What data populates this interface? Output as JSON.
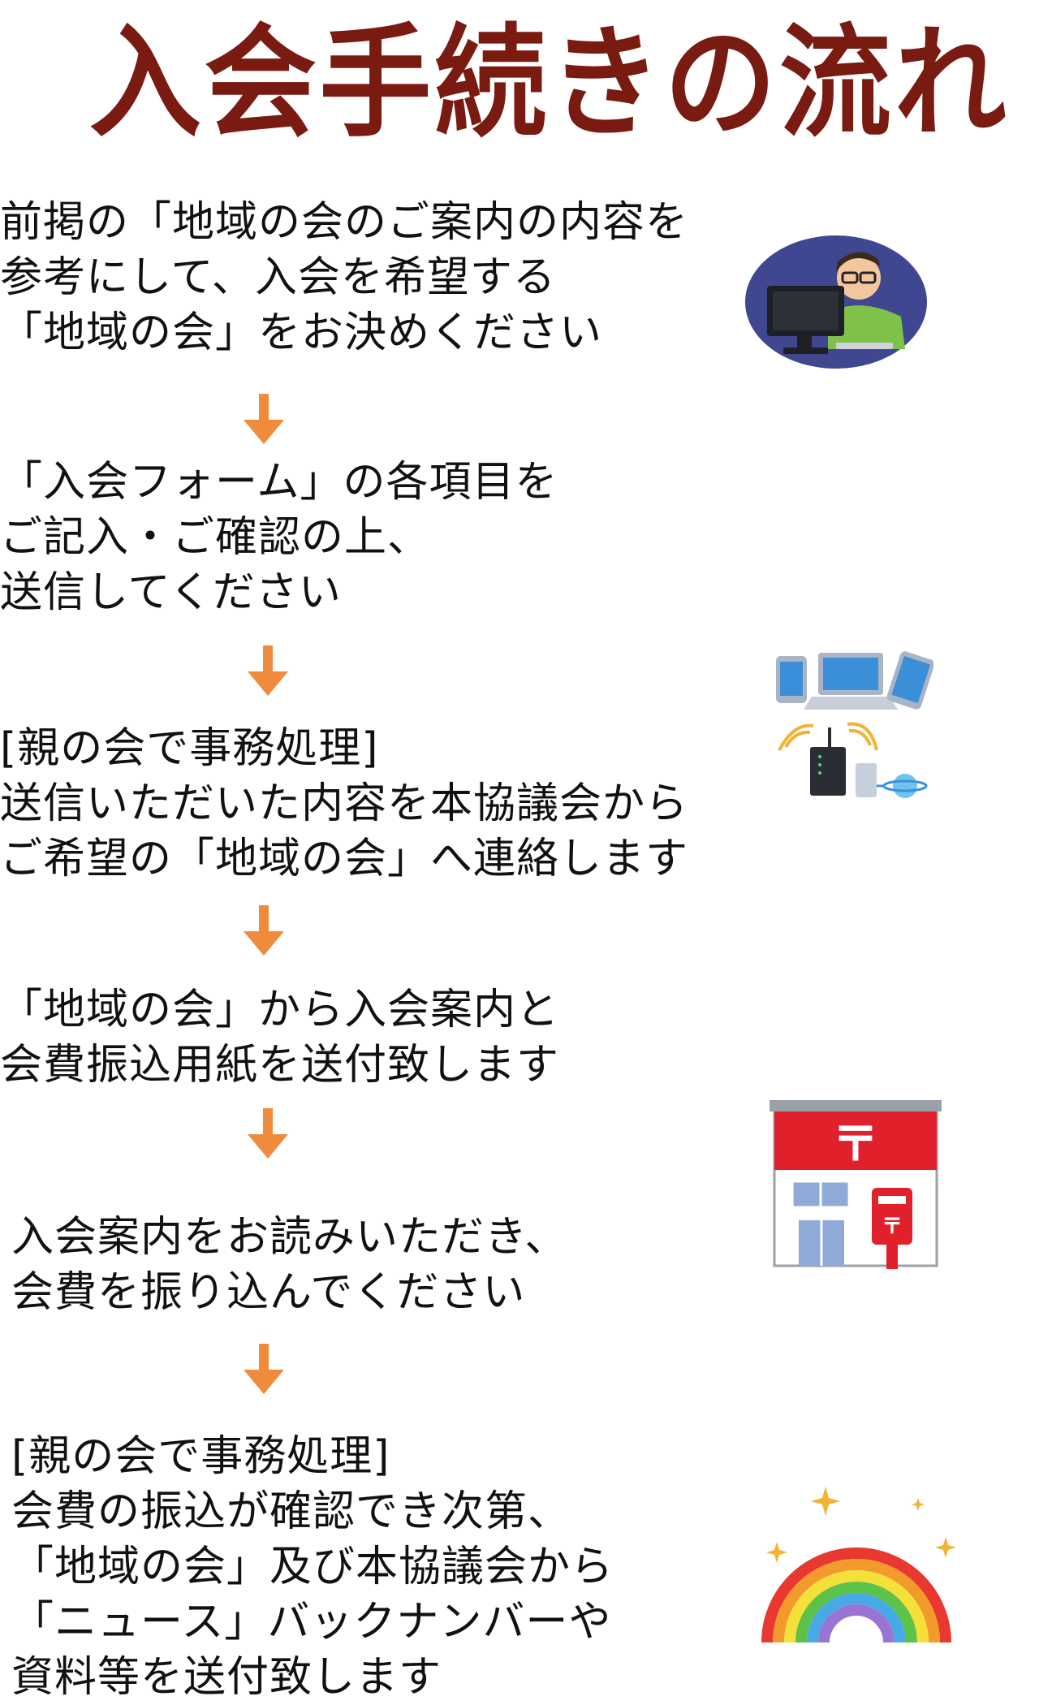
{
  "title": "入会手続きの流れ",
  "colors": {
    "title": "#7a1b12",
    "arrow": "#f08a3c"
  },
  "steps": [
    {
      "lines": [
        "前掲の「地域の会のご案内の内容を",
        "参考にして、入会を希望する",
        "「地域の会」をお決めください"
      ]
    },
    {
      "lines": [
        "「入会フォーム」の各項目を",
        "ご記入・ご確認の上、",
        "送信してください"
      ]
    },
    {
      "lines": [
        "[親の会で事務処理]",
        "送信いただいた内容を本協議会から",
        "ご希望の「地域の会」へ連絡します"
      ]
    },
    {
      "lines": [
        "「地域の会」から入会案内と",
        "会費振込用紙を送付致します"
      ]
    },
    {
      "lines": [
        "入会案内をお読みいただき、",
        "会費を振り込んでください"
      ]
    },
    {
      "lines": [
        "[親の会で事務処理]",
        "会費の振込が確認でき次第、",
        "「地域の会」及び本協議会から",
        "「ニュース」バックナンバーや",
        "資料等を送付致します"
      ]
    }
  ],
  "illustrations": {
    "person_at_computer": "person-at-computer-illustration",
    "network_devices": "network-devices-illustration",
    "post_office": "post-office-illustration",
    "rainbow": "rainbow-illustration",
    "post_office_sign": "〒"
  }
}
